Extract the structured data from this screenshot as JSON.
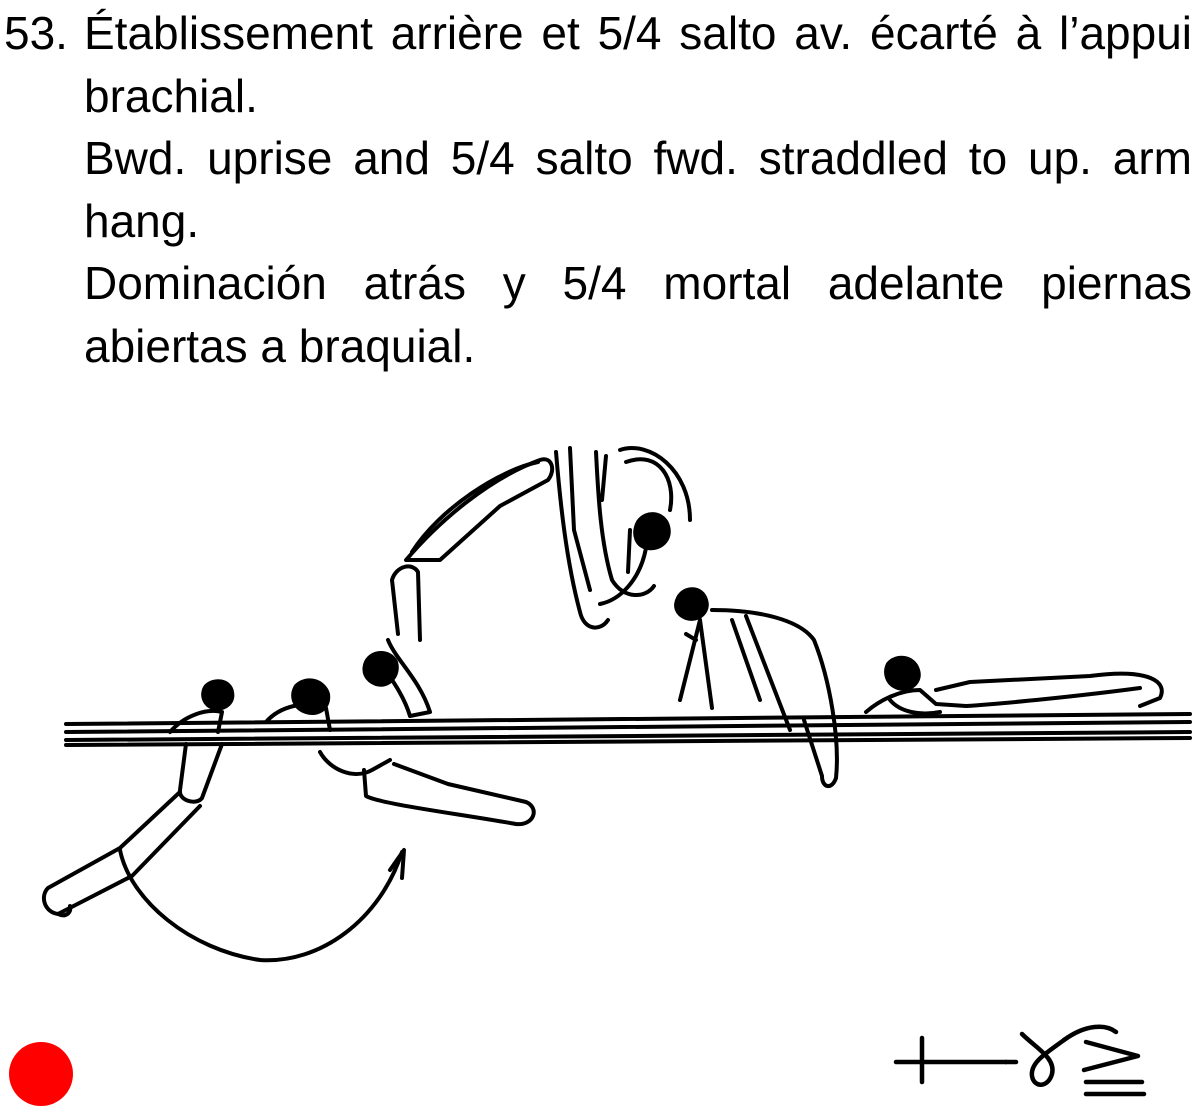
{
  "element": {
    "number": "53.",
    "lines": [
      "Établissement arrière et 5/4 salto av. écarté à l’appui brachial.",
      "Bwd. uprise and 5/4 salto fwd. straddled to up. arm hang.",
      "Dominación atrás y 5/4 mortal adelante piernas abiertas a braquial."
    ]
  },
  "marker": {
    "color": "#ff0000",
    "icon": "red-dot-icon"
  },
  "illustration": {
    "icon": "parallel-bars-gymnast-sequence"
  },
  "symbol": {
    "icon": "element-symbol-notation"
  }
}
